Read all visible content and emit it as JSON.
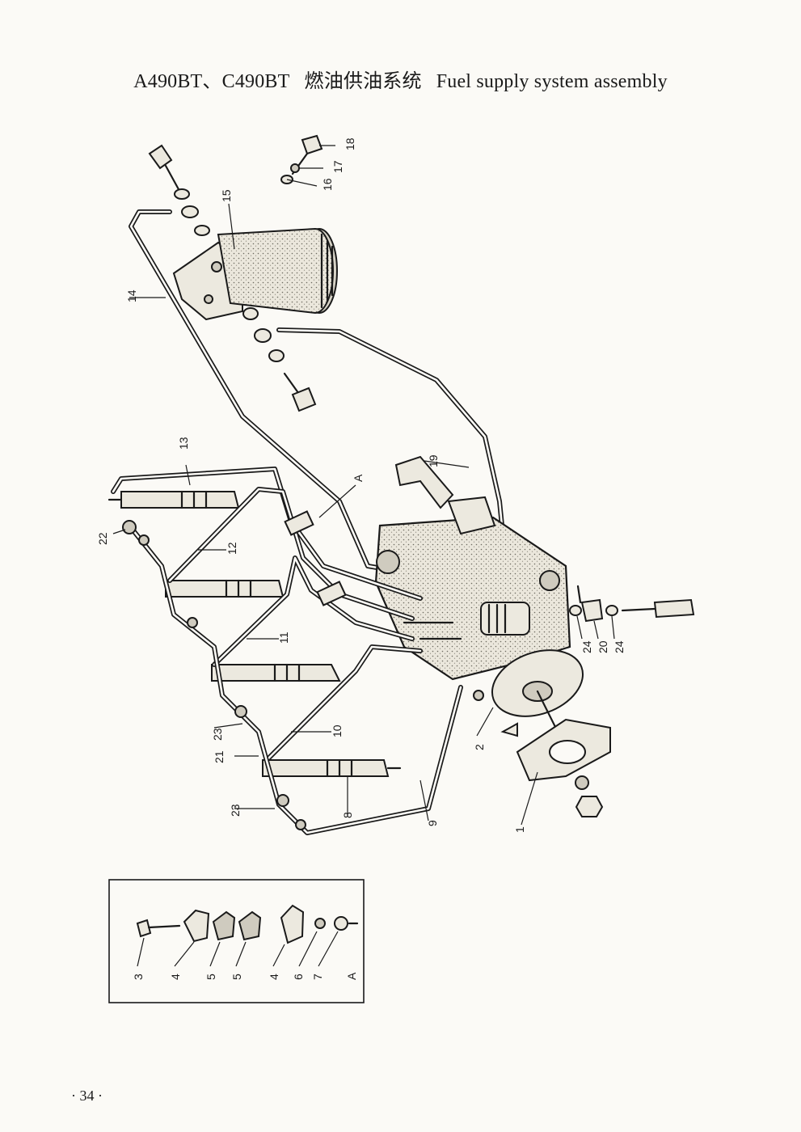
{
  "header": {
    "model": "A490BT、C490BT",
    "title_cn": "燃油供油系统",
    "title_en": "Fuel supply system assembly"
  },
  "callouts": {
    "c1": "1",
    "c2": "2",
    "c3": "3",
    "c4a": "4",
    "c4b": "4",
    "c5a": "5",
    "c5b": "5",
    "c6": "6",
    "c7": "7",
    "c8": "8",
    "c9": "9",
    "c10": "10",
    "c11": "11",
    "c12": "12",
    "c13": "13",
    "c14": "14",
    "c15": "15",
    "c16": "16",
    "c17": "17",
    "c18": "18",
    "c19": "19",
    "c20": "20",
    "c21": "21",
    "c22": "22",
    "c23a": "23",
    "c23b": "23",
    "c24a": "24",
    "c24b": "24",
    "detail_a": "A",
    "inset_a": "A"
  },
  "page_number": "· 34 ·"
}
